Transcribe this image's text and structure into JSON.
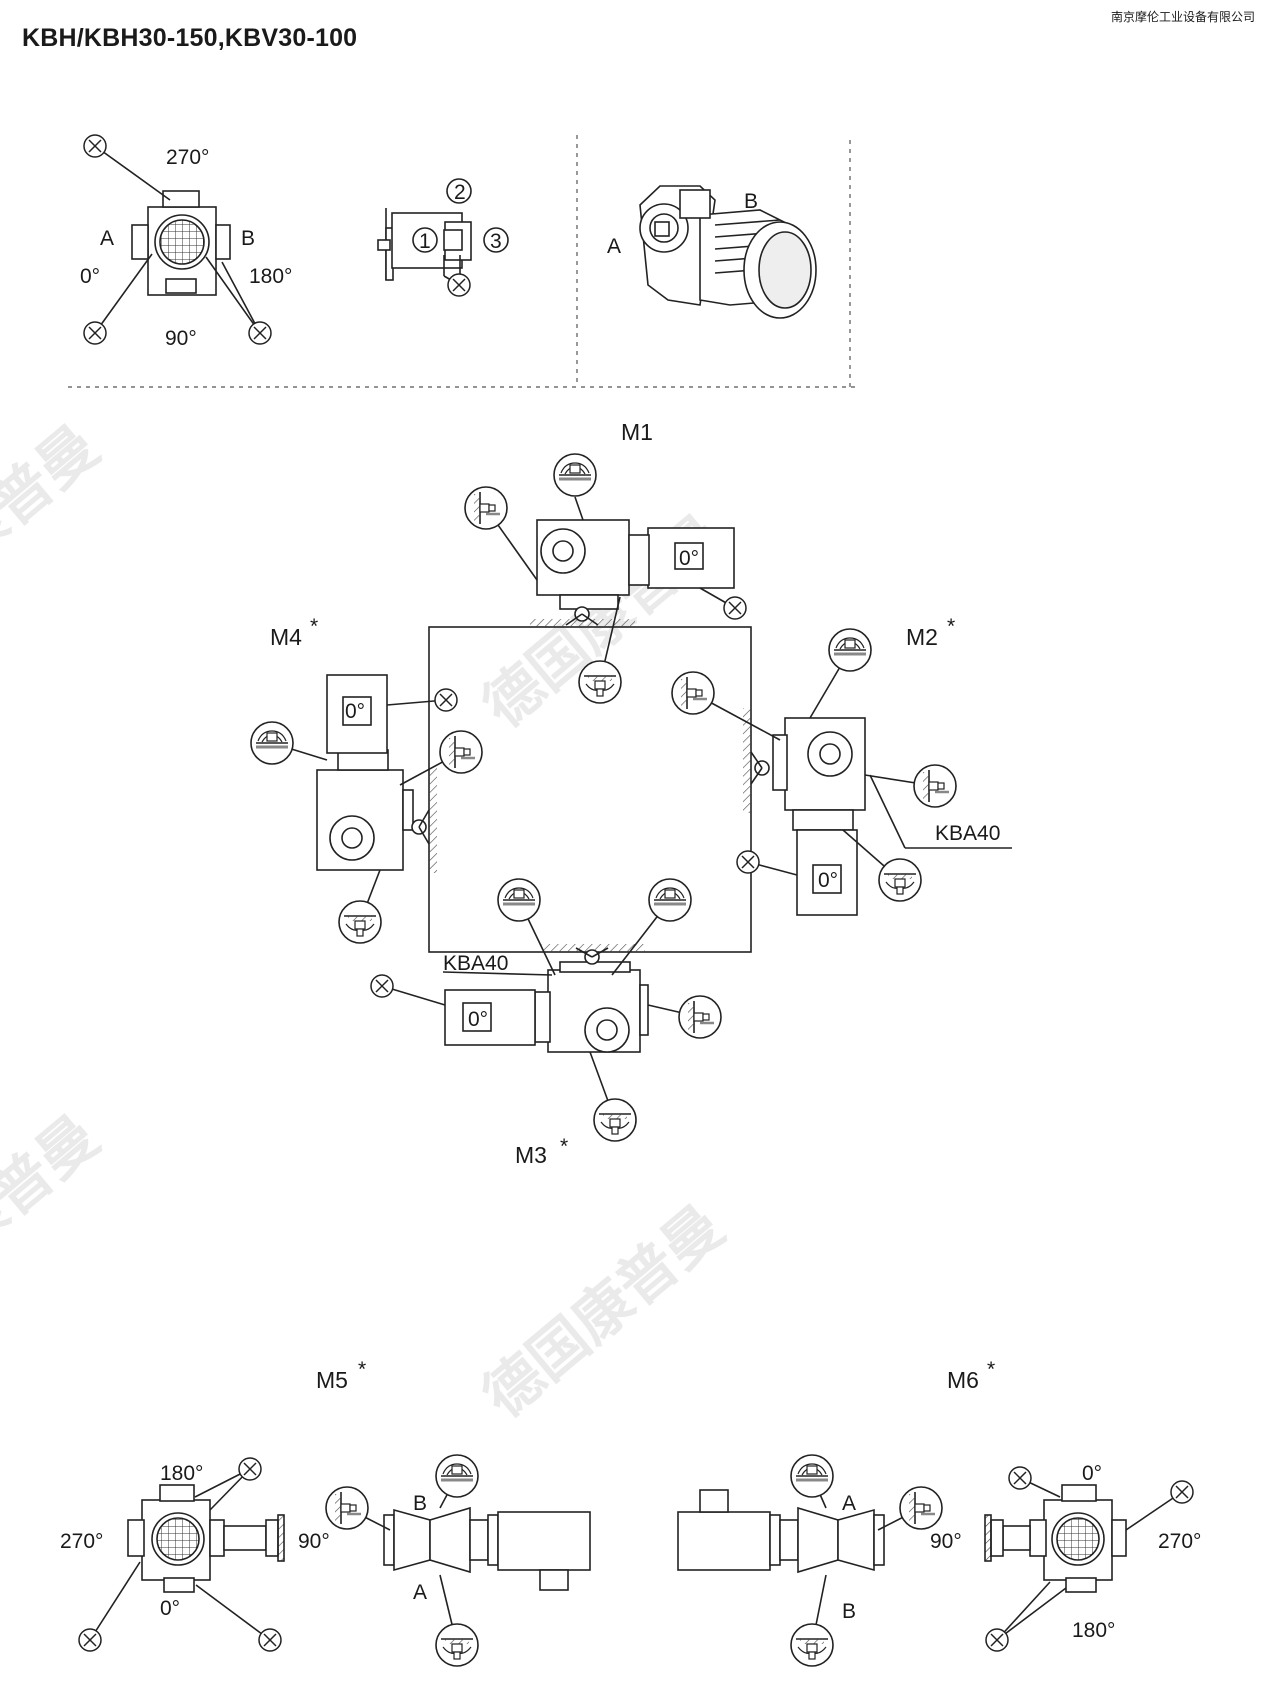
{
  "title": "KBH/KBH30-150,KBV30-100",
  "company": "南京摩伦工业设备有限公司",
  "watermark": "德国康普曼",
  "orientation": {
    "angle_270": "270°",
    "angle_0": "0°",
    "angle_180": "180°",
    "angle_90": "90°",
    "side_a": "A",
    "side_b": "B",
    "pos_1": "1",
    "pos_2": "2",
    "pos_3": "3",
    "vent_mark": "X"
  },
  "mounting": {
    "m1": "M1",
    "m2": "M2",
    "m3": "M3",
    "m4": "M4",
    "m5": "M5",
    "m6": "M6",
    "star": "*",
    "terminal_box": "0°",
    "breather": "KBA40"
  },
  "m5_view": {
    "angle_180": "180°",
    "angle_270": "270°",
    "angle_90": "90°",
    "angle_0": "0°",
    "side_b": "B",
    "side_a": "A"
  },
  "m6_view": {
    "angle_0": "0°",
    "angle_270": "270°",
    "angle_90": "90°",
    "angle_180": "180°",
    "side_a": "A",
    "side_b": "B"
  }
}
